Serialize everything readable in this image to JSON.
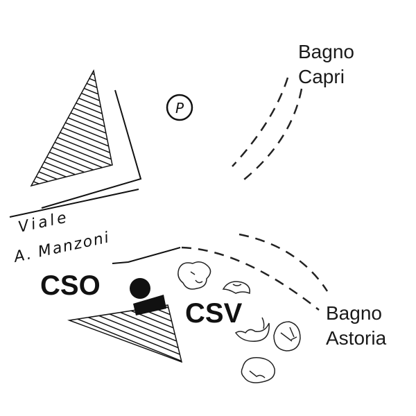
{
  "map": {
    "labels": {
      "bagno_capri": [
        "Bagno",
        "Capri"
      ],
      "bagno_astoria": [
        "Bagno",
        "Astoria"
      ],
      "street": [
        "Viale",
        "A. Manzoni"
      ],
      "cso": "CSO",
      "csv": "CSV",
      "parking": "P"
    },
    "colors": {
      "ink": "#111111",
      "background": "#ffffff"
    }
  }
}
